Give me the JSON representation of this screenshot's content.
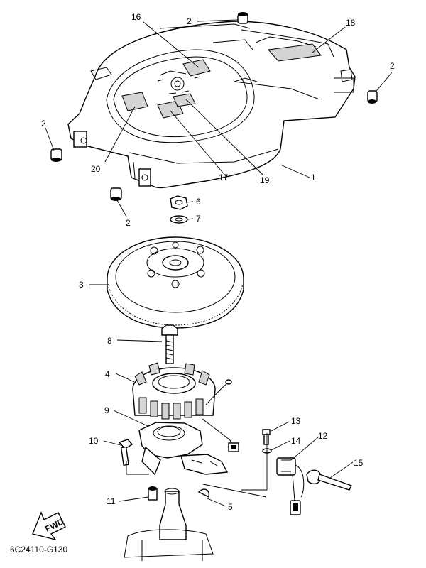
{
  "drawing_code": "6C24110-G130",
  "direction_arrow": "FWD",
  "callouts": {
    "c1": "1",
    "c2a": "2",
    "c2b": "2",
    "c2c": "2",
    "c2d": "2",
    "c3": "3",
    "c4": "4",
    "c5": "5",
    "c6": "6",
    "c7": "7",
    "c8": "8",
    "c9": "9",
    "c10": "10",
    "c11": "11",
    "c12": "12",
    "c13": "13",
    "c14": "14",
    "c15": "15",
    "c16": "16",
    "c17": "17",
    "c18": "18",
    "c19": "19",
    "c20": "20"
  }
}
